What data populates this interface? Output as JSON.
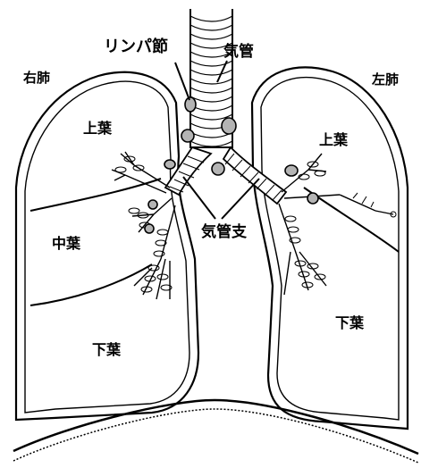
{
  "labels": {
    "right_lung": "右肺",
    "left_lung": "左肺",
    "lymph_node": "リンパ節",
    "trachea": "気管",
    "bronchus": "気管支",
    "right_upper_lobe": "上葉",
    "right_middle_lobe": "中葉",
    "right_lower_lobe": "下葉",
    "left_upper_lobe": "上葉",
    "left_lower_lobe": "下葉"
  },
  "colors": {
    "line": "#000000",
    "lymph_node_fill": "#b4b4b4",
    "background": "#ffffff"
  }
}
